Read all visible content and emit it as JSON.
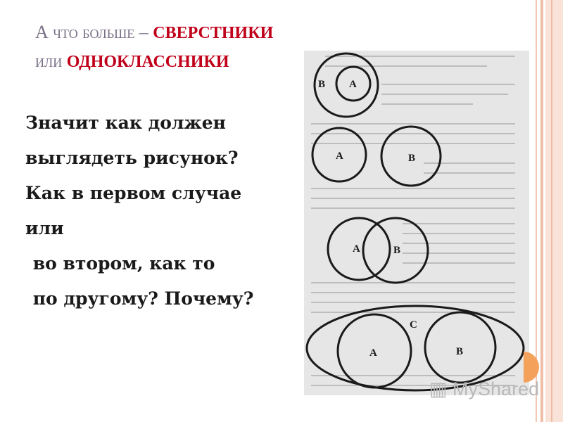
{
  "title": {
    "line1_plain": "А что больше – ",
    "line1_red": "сверстники",
    "line2_plain": "или ",
    "line2_red": "одноклассники"
  },
  "body_lines": [
    "Значит как должен",
    "выглядеть рисунок?",
    "Как в первом случае",
    "или",
    " во втором, как то",
    " по другому? Почему?"
  ],
  "diagrams": [
    {
      "labels": [
        "В",
        "А"
      ]
    },
    {
      "labels": [
        "А",
        "В"
      ]
    },
    {
      "labels": [
        "А",
        "В"
      ]
    },
    {
      "labels": [
        "С",
        "А",
        "В"
      ]
    }
  ],
  "watermark": "MyShared",
  "colors": {
    "title_gray": "#7a6f86",
    "title_red": "#c0001a",
    "accent_orange": "#f4a15c"
  }
}
